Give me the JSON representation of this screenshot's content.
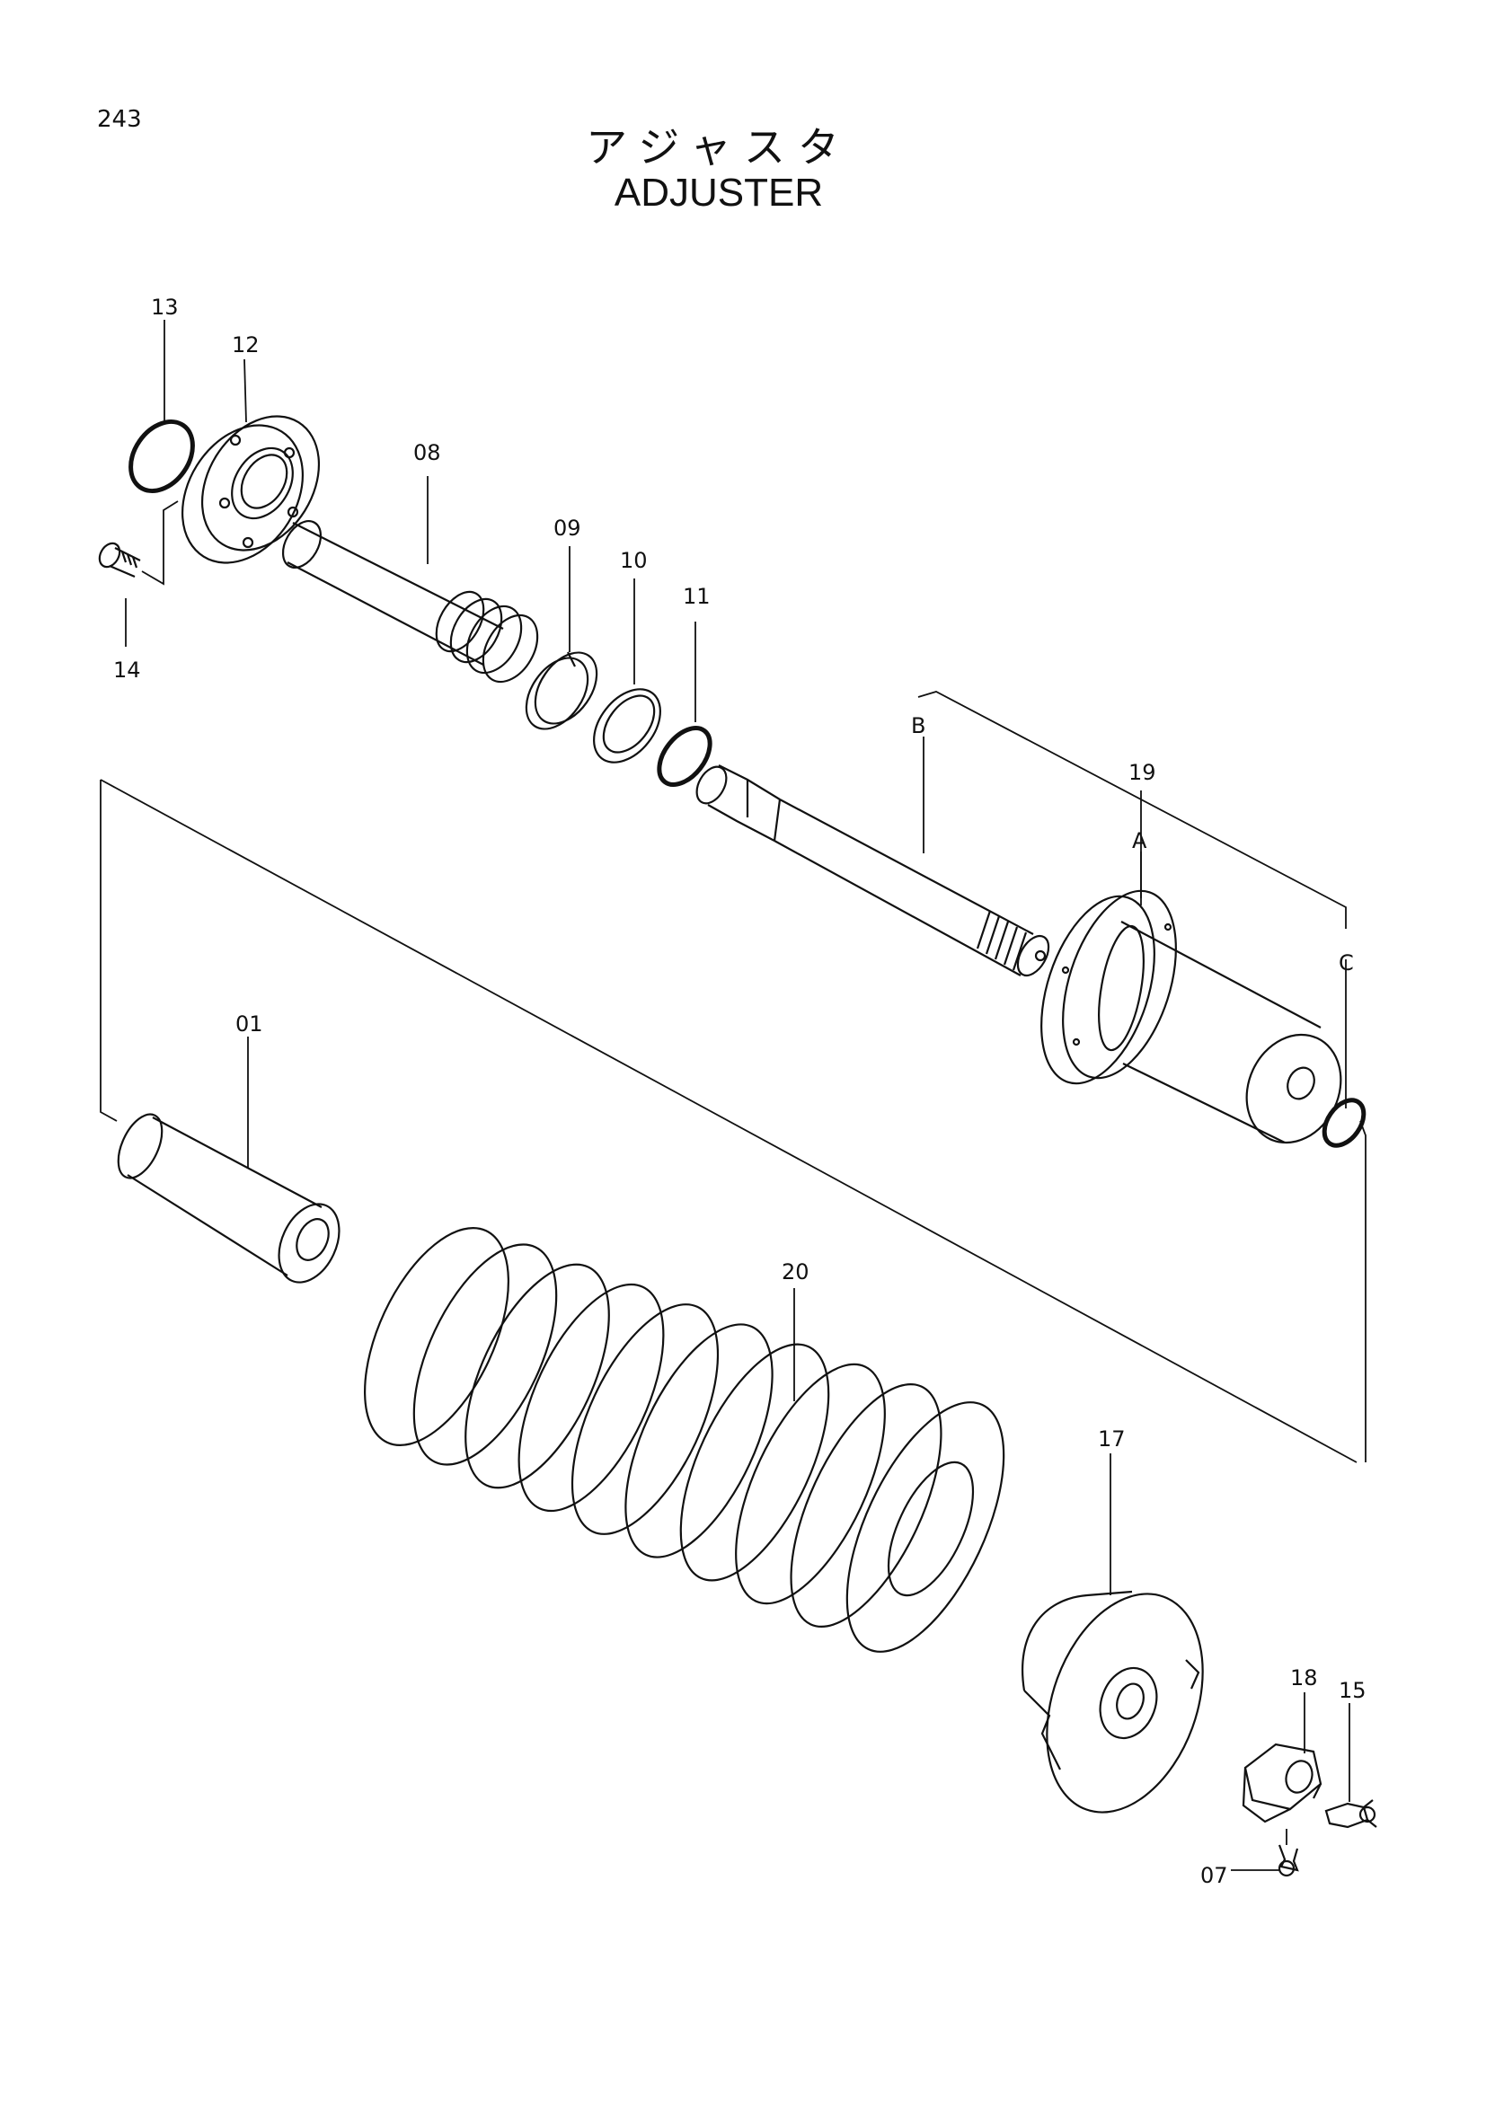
{
  "page": {
    "number": "243",
    "title_jp": "アジャスタ",
    "title_en": "ADJUSTER"
  },
  "parts": [
    {
      "id": "p13",
      "label": "13"
    },
    {
      "id": "p12",
      "label": "12"
    },
    {
      "id": "p08",
      "label": "08"
    },
    {
      "id": "p09",
      "label": "09"
    },
    {
      "id": "p10",
      "label": "10"
    },
    {
      "id": "p11",
      "label": "11"
    },
    {
      "id": "p14",
      "label": "14"
    },
    {
      "id": "pB",
      "label": "B"
    },
    {
      "id": "p19",
      "label": "19"
    },
    {
      "id": "pA",
      "label": "A"
    },
    {
      "id": "pC",
      "label": "C"
    },
    {
      "id": "p01",
      "label": "01"
    },
    {
      "id": "p20",
      "label": "20"
    },
    {
      "id": "p17",
      "label": "17"
    },
    {
      "id": "p18",
      "label": "18"
    },
    {
      "id": "p15",
      "label": "15"
    },
    {
      "id": "p07",
      "label": "07"
    }
  ]
}
